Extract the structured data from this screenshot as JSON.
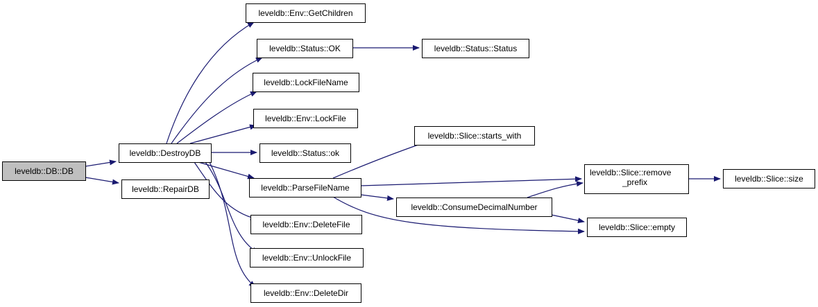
{
  "colors": {
    "edge": "#191970",
    "node_fill": "#ffffff",
    "node_border": "#000000",
    "root_fill": "#bfbfbf"
  },
  "graph": {
    "nodes": {
      "db_db": {
        "label": "leveldb::DB::DB",
        "root": true
      },
      "destroydb": {
        "label": "leveldb::DestroyDB"
      },
      "repairdb": {
        "label": "leveldb::RepairDB"
      },
      "getchildren": {
        "label": "leveldb::Env::GetChildren"
      },
      "status_ok": {
        "label": "leveldb::Status::OK"
      },
      "status_status": {
        "label": "leveldb::Status::Status"
      },
      "lockfilename": {
        "label": "leveldb::LockFileName"
      },
      "lockfile": {
        "label": "leveldb::Env::LockFile"
      },
      "status_ok_lower": {
        "label": "leveldb::Status::ok"
      },
      "starts_with": {
        "label": "leveldb::Slice::starts_with"
      },
      "parsefilename": {
        "label": "leveldb::ParseFileName"
      },
      "remove_prefix": {
        "label": "leveldb::Slice::remove\n_prefix"
      },
      "slice_size": {
        "label": "leveldb::Slice::size"
      },
      "consumedecimal": {
        "label": "leveldb::ConsumeDecimalNumber"
      },
      "deletefile": {
        "label": "leveldb::Env::DeleteFile"
      },
      "slice_empty": {
        "label": "leveldb::Slice::empty"
      },
      "unlockfile": {
        "label": "leveldb::Env::UnlockFile"
      },
      "deletedir": {
        "label": "leveldb::Env::DeleteDir"
      }
    },
    "edges": [
      [
        "db_db",
        "destroydb"
      ],
      [
        "db_db",
        "repairdb"
      ],
      [
        "destroydb",
        "getchildren"
      ],
      [
        "destroydb",
        "status_ok"
      ],
      [
        "destroydb",
        "lockfilename"
      ],
      [
        "destroydb",
        "lockfile"
      ],
      [
        "destroydb",
        "status_ok_lower"
      ],
      [
        "destroydb",
        "parsefilename"
      ],
      [
        "destroydb",
        "deletefile"
      ],
      [
        "destroydb",
        "unlockfile"
      ],
      [
        "destroydb",
        "deletedir"
      ],
      [
        "status_ok",
        "status_status"
      ],
      [
        "parsefilename",
        "starts_with"
      ],
      [
        "parsefilename",
        "remove_prefix"
      ],
      [
        "parsefilename",
        "consumedecimal"
      ],
      [
        "parsefilename",
        "slice_empty"
      ],
      [
        "consumedecimal",
        "remove_prefix"
      ],
      [
        "consumedecimal",
        "slice_empty"
      ],
      [
        "remove_prefix",
        "slice_size"
      ]
    ]
  }
}
